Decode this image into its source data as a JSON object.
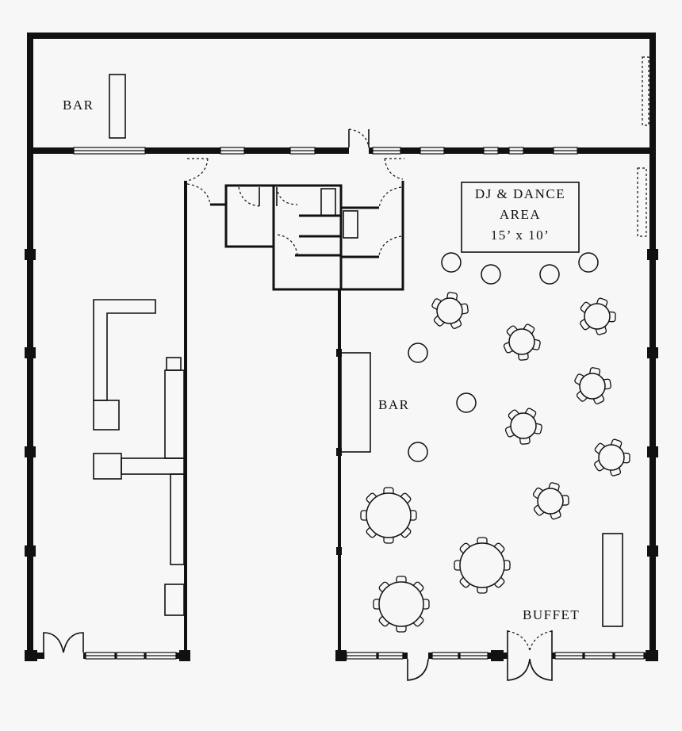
{
  "plan": {
    "top_bar_label": "BAR",
    "middle_bar_label": "BAR",
    "buffet_label": "BUFFET",
    "dj_area": {
      "line1": "DJ & DANCE",
      "line2": "AREA",
      "line3": "15’ x 10’"
    },
    "colors": {
      "ink": "#111111",
      "background": "#f7f7f7"
    }
  }
}
